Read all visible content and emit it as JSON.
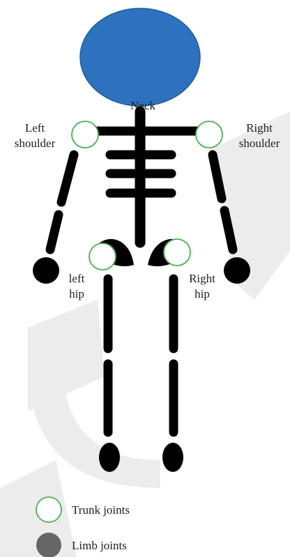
{
  "diagram": {
    "labels": {
      "neck": "Neck",
      "left_shoulder_line1": "Left",
      "left_shoulder_line2": "shoulder",
      "right_shoulder_line1": "Right",
      "right_shoulder_line2": "shoulder",
      "left_hip_line1": "left",
      "left_hip_line2": "hip",
      "right_hip_line1": "Right",
      "right_hip_line2": "hip"
    },
    "legend": {
      "trunk_label": "Trunk joints",
      "limb_label": "Limb joints"
    },
    "colors": {
      "head_fill": "#2E72BF",
      "head_stroke": "#1E5A99",
      "bone": "#000000",
      "trunk_joint_stroke": "#4CAF50",
      "trunk_joint_fill": "#ffffff",
      "limb_joint_fill": "#666666",
      "watermark": "#ececec"
    }
  }
}
